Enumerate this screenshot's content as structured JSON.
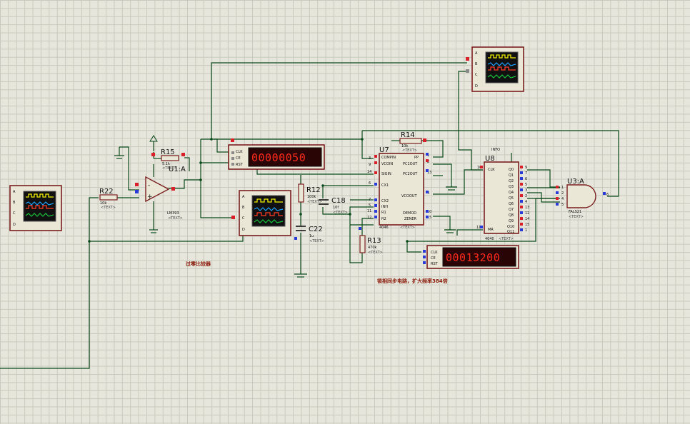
{
  "components": {
    "r15": {
      "ref": "R15",
      "value": "5.1k",
      "text": "<TEXT>"
    },
    "u1": {
      "ref": "U1:A",
      "value": "LM393",
      "text": "<TEXT>"
    },
    "r22": {
      "ref": "R22",
      "value": "10k",
      "text": "<TEXT>"
    },
    "r12": {
      "ref": "R12",
      "value": "100k",
      "text": "<TEXT>"
    },
    "c18": {
      "ref": "C18",
      "value": "10f",
      "text": "<TEXT>"
    },
    "c22": {
      "ref": "C22",
      "value": "1u",
      "text": "<TEXT>"
    },
    "r13": {
      "ref": "R13",
      "value": "470k",
      "text": "<TEXT>"
    },
    "r14": {
      "ref": "R14",
      "value": "10k",
      "text": "<TEXT>"
    },
    "u7": {
      "ref": "U7",
      "part": "4046",
      "text": "<TEXT>",
      "pins_left": [
        "COMPIN",
        "VCOIN",
        "SIGIN",
        "CX1",
        "CX2",
        "INH",
        "R1",
        "R2"
      ],
      "pins_right": [
        "PP",
        "PC1OUT",
        "PC2OUT",
        "VCOOUT",
        "DEMOD",
        "ZENER"
      ],
      "num_left": [
        "3",
        "9",
        "14",
        "6",
        "7",
        "5",
        "11",
        "12"
      ],
      "num_right": [
        "1",
        "2",
        "13",
        "4",
        "10",
        "15"
      ]
    },
    "u8": {
      "ref": "U8",
      "part": "4040",
      "text": "<TEXT>",
      "pins_left": [
        "CLK",
        "MR"
      ],
      "num_left": [
        "10",
        "11"
      ],
      "pins_right": [
        "Q0",
        "Q1",
        "Q2",
        "Q3",
        "Q4",
        "Q5",
        "Q6",
        "Q7",
        "Q8",
        "Q9",
        "Q10",
        "Q11"
      ],
      "num_right": [
        "9",
        "7",
        "6",
        "5",
        "3",
        "2",
        "4",
        "13",
        "12",
        "14",
        "15",
        "1"
      ],
      "label_top": "INFO"
    },
    "u3": {
      "ref": "U3:A",
      "value": "FALS21",
      "text": "<TEXT>",
      "pins": [
        "1",
        "2",
        "4",
        "5",
        "6"
      ]
    },
    "counter_top": {
      "pins": [
        "CLK",
        "CE",
        "RST"
      ],
      "display": "00000050"
    },
    "counter_bottom": {
      "pins": [
        "CLK",
        "CE",
        "RST"
      ],
      "display": "00013200"
    },
    "scope_pins": [
      "A",
      "B",
      "C",
      "D"
    ]
  },
  "notes": {
    "comparator": "过零比较器",
    "pll": "锁相同步电路，扩大频率384倍"
  },
  "colors": {
    "wire": "#0b4a1b",
    "component_border": "#7a1f1f",
    "pin_red": "#d81f2a",
    "pin_blue": "#2a3ad8",
    "segment": "#ff2b1c"
  }
}
